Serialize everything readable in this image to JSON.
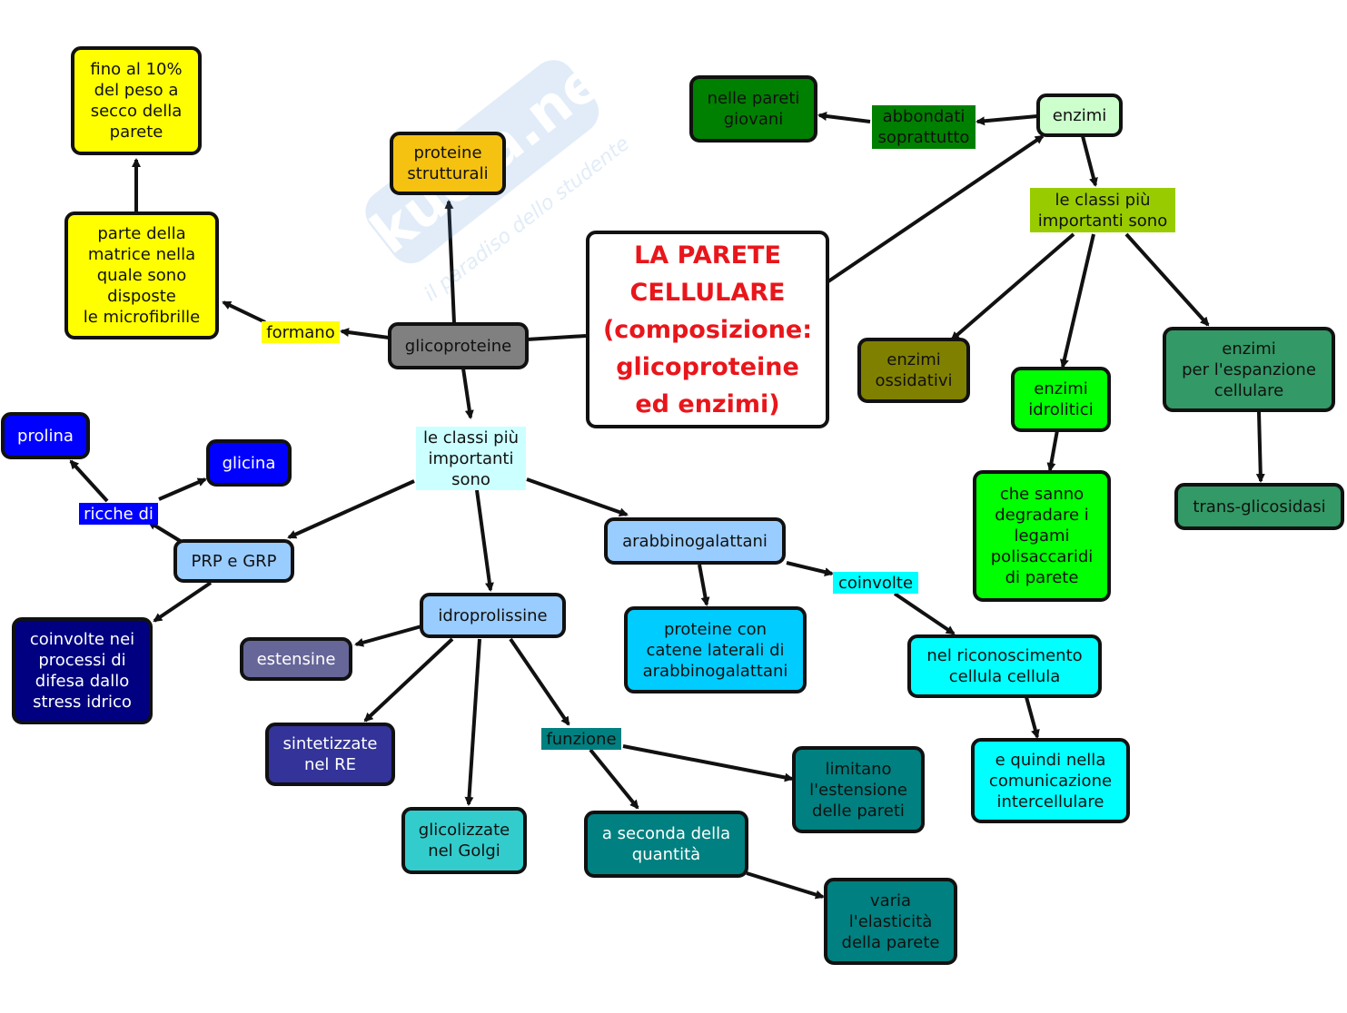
{
  "watermark": {
    "logo": "Skuola.net",
    "tagline": "il paradiso dello studente"
  },
  "title": "LA PARETE\nCELLULARE\n(composizione:\nglicoproteine\ned enzimi)",
  "nodes": {
    "fino_al_10": "fino al 10%\ndel peso a\nsecco della\nparete",
    "parte_matrice": "parte della\nmatrice nella\nquale sono\ndisposte\nle microfibrille",
    "proteine_strutturali": "proteine\nstrutturali",
    "glicoproteine": "glicoproteine",
    "prolina": "prolina",
    "glicina": "glicina",
    "prp_grp": "PRP e GRP",
    "coinvolte_difesa": "coinvolte nei\nprocessi di\ndifesa dallo\nstress idrico",
    "estensine": "estensine",
    "idroprolissine": "idroprolissine",
    "sintetizzate": "sintetizzate\nnel RE",
    "glicolizzate": "glicolizzate\nnel Golgi",
    "a_seconda": "a seconda della\nquantità",
    "limitano": "limitano\nl'estensione\ndelle pareti",
    "varia": "varia\nl'elasticità\ndella parete",
    "arabbinogalattani": "arabbinogalattani",
    "proteine_catene": "proteine con\ncatene laterali di\narabbinogalattani",
    "riconoscimento": "nel riconoscimento\ncellula cellula",
    "comunicazione": "e quindi nella\ncomunicazione\nintercellulare",
    "nelle_pareti": "nelle pareti\ngiovani",
    "enzimi": "enzimi",
    "enzimi_ossidativi": "enzimi\nossidativi",
    "enzimi_idrolitici": "enzimi\nidrolitici",
    "che_sanno": "che sanno\ndegradare i\nlegami\npolisaccaridi\ndi parete",
    "enzimi_espansione": "enzimi\nper l'espanzione\ncellulare",
    "trans": "trans-glicosidasi"
  },
  "links": {
    "formano": "formano",
    "classi_glico": "le classi più\nimportanti\nsono",
    "ricche_di": "ricche di",
    "funzione": "funzione",
    "coinvolte": "coinvolte",
    "abbondati": "abbondati\nsoprattutto",
    "classi_enzimi": "le classi più\nimportanti sono"
  },
  "colors": {
    "yellow": "#ffff00",
    "orange": "#f5c211",
    "gray": "#808080",
    "blue": "#0000ff",
    "light_blue": "#99ccff",
    "navy": "#000080",
    "slate": "#666699",
    "indigo": "#333399",
    "teal": "#33cccc",
    "dark_teal": "#008080",
    "sky": "#00ccff",
    "cyan": "#00ffff",
    "pale_cyan": "#ccffff",
    "dark_green": "#008000",
    "pale_green": "#ccffcc",
    "olive": "#808000",
    "green": "#00ff00",
    "sea_green": "#339966",
    "lime": "#99cc00",
    "title_red": "#e8161b"
  }
}
